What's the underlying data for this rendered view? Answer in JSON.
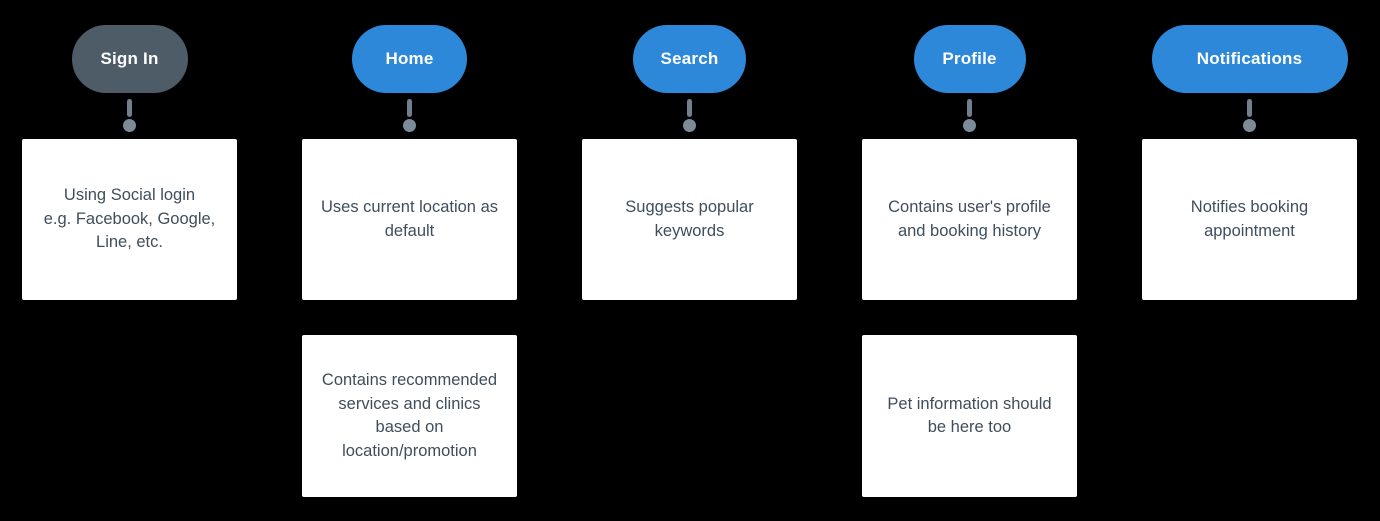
{
  "canvas": {
    "background": "#000000"
  },
  "connector": {
    "line_color": "#72808d",
    "dot_color": "#7d8b98"
  },
  "card_style": {
    "background": "#ffffff",
    "text_color": "#3f4e5d"
  },
  "columns": [
    {
      "id": "sign-in",
      "node": {
        "label": "Sign In",
        "fill": "#4e5c68",
        "text_color": "#ffffff"
      },
      "cards": [
        {
          "text": "Using Social login\ne.g. Facebook, Google,\nLine, etc."
        }
      ]
    },
    {
      "id": "home",
      "node": {
        "label": "Home",
        "fill": "#2e88d9",
        "text_color": "#ffffff"
      },
      "cards": [
        {
          "text": "Uses current location as\ndefault"
        },
        {
          "text": "Contains recommended\nservices and clinics\nbased on\nlocation/promotion"
        }
      ]
    },
    {
      "id": "search",
      "node": {
        "label": "Search",
        "fill": "#2e88d9",
        "text_color": "#ffffff"
      },
      "cards": [
        {
          "text": "Suggests popular\nkeywords"
        }
      ]
    },
    {
      "id": "profile",
      "node": {
        "label": "Profile",
        "fill": "#2e88d9",
        "text_color": "#ffffff"
      },
      "cards": [
        {
          "text": "Contains user's profile\nand booking history"
        },
        {
          "text": "Pet information should\nbe here too"
        }
      ]
    },
    {
      "id": "notifications",
      "node": {
        "label": "Notifications",
        "fill": "#2e88d9",
        "text_color": "#ffffff"
      },
      "cards": [
        {
          "text": "Notifies booking\nappointment"
        }
      ]
    }
  ]
}
